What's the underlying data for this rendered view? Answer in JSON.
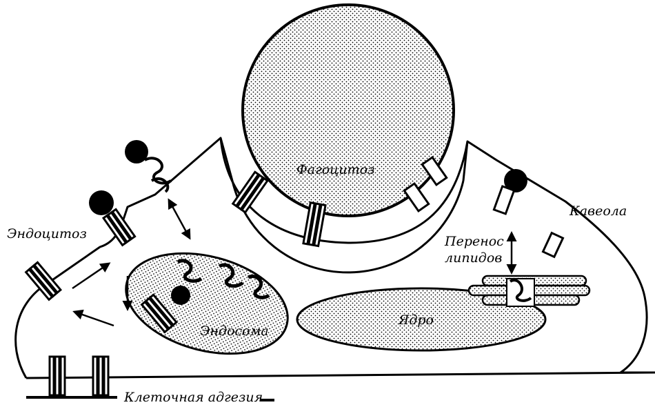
{
  "labels": {
    "phagocytosis": "Фагоцитоз",
    "endocytosis": "Эндоцитоз",
    "caveola": "Кавеола",
    "lipid_transfer_line1": "Перенос",
    "lipid_transfer_line2": "липидов",
    "endosome": "Эндосома",
    "nucleus": "Ядро",
    "cell_adhesion": "Клеточная адгезия"
  },
  "colors": {
    "ink": "#000000",
    "paper": "#ffffff"
  }
}
